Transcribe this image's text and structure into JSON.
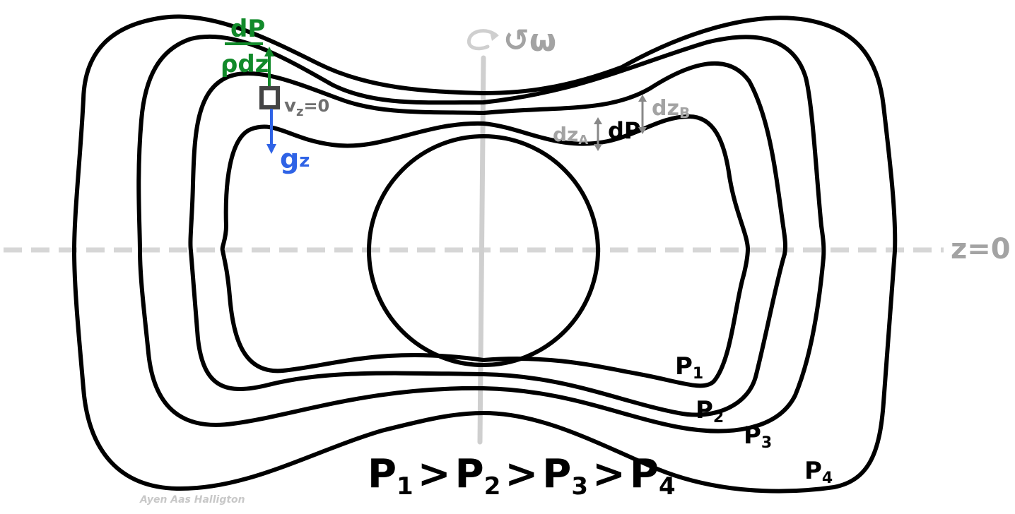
{
  "labels": {
    "omega": "↺ω",
    "z_zero": "z=0",
    "dp_num": "dP",
    "dp_den": "ρdz",
    "vz": "v",
    "vz_sub": "z",
    "vz_rest": "=0",
    "gz": "g",
    "gz_sub": "z",
    "dza": "dz",
    "dza_sub": "A",
    "dp_mid": "dP",
    "dzb": "dz",
    "dzb_sub": "B",
    "p1": "P",
    "p1_sub": "1",
    "p2": "P",
    "p2_sub": "2",
    "p3": "P",
    "p3_sub": "3",
    "p4": "P",
    "p4_sub": "4",
    "ordering": [
      "P",
      "1",
      ">",
      "P",
      "2",
      ">",
      "P",
      "3",
      ">",
      "P",
      "4"
    ],
    "signature": "Ayen Aas Halligton"
  },
  "colors": {
    "contour": "#000000",
    "axis": "#cfcfcf",
    "equator": "#d6d6d6",
    "green": "#118a2a",
    "blue": "#2f63e6",
    "gray_label": "#a3a3a3"
  }
}
